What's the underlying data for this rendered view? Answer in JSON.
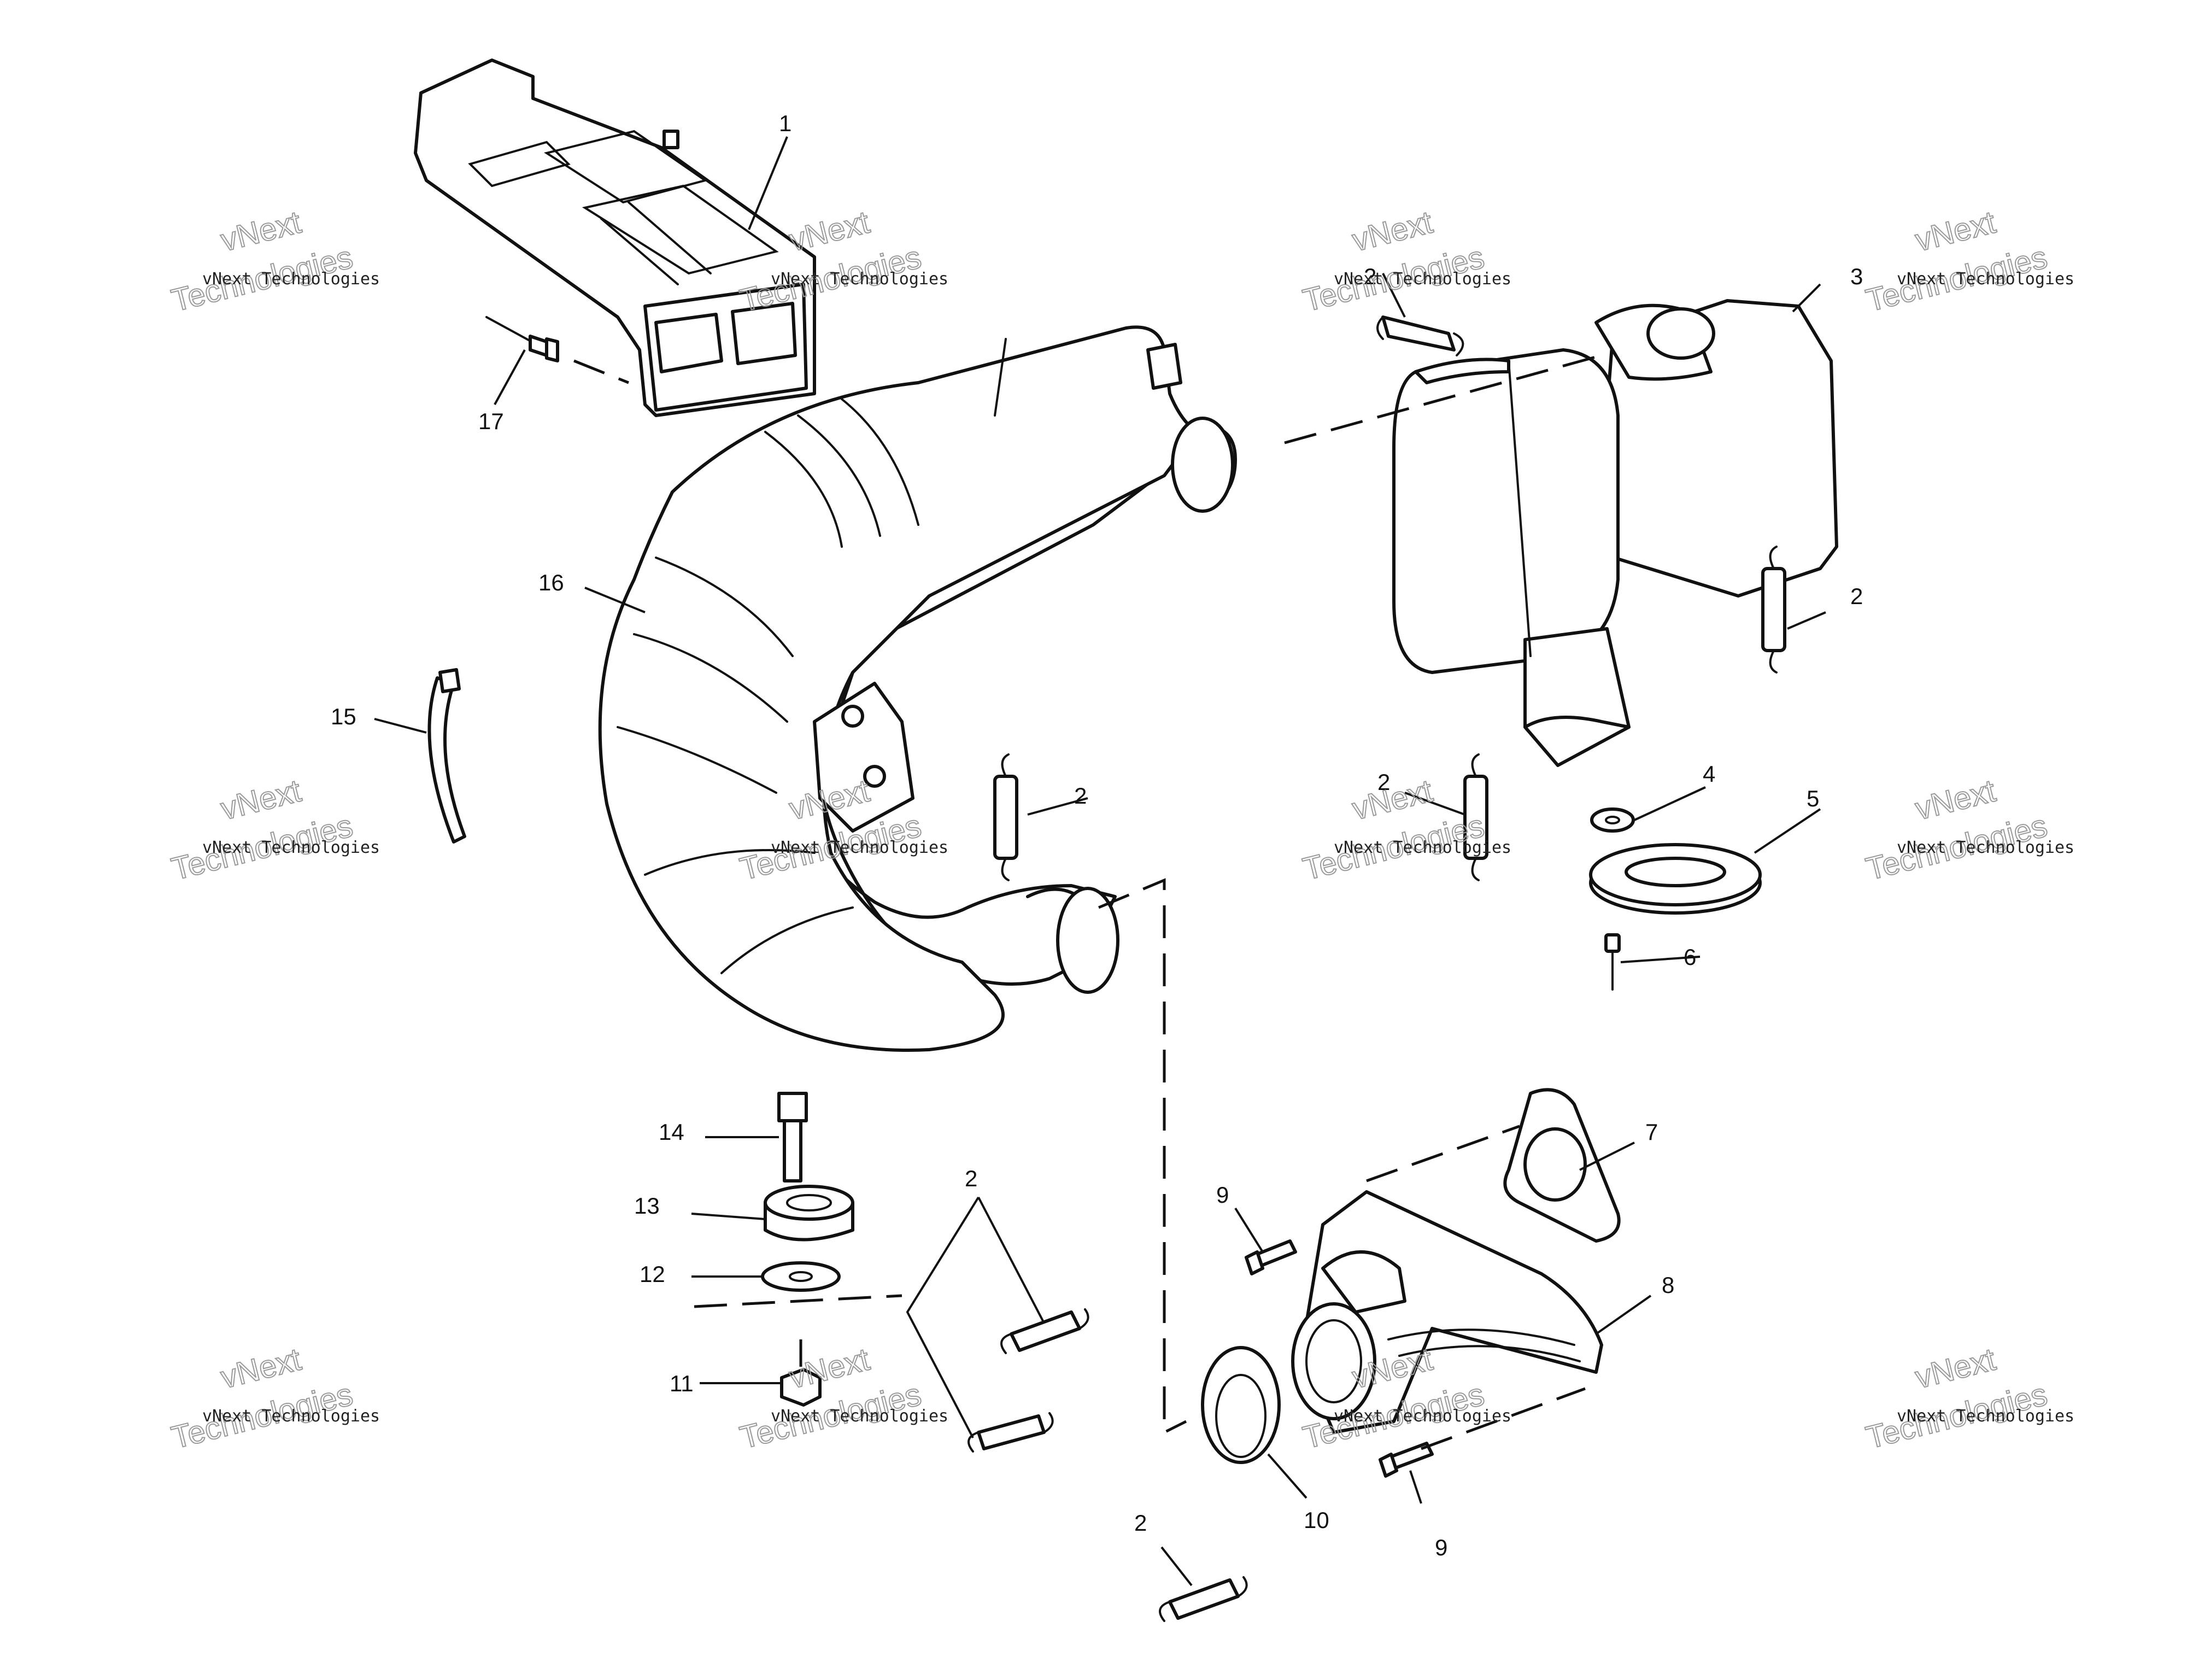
{
  "callouts": {
    "c1": "1",
    "c2": "2",
    "c3": "3",
    "c4": "4",
    "c5": "5",
    "c6": "6",
    "c7": "7",
    "c8": "8",
    "c9": "9",
    "c10": "10",
    "c11": "11",
    "c12": "12",
    "c13": "13",
    "c14": "14",
    "c15": "15",
    "c16": "16",
    "c17": "17"
  },
  "watermark": {
    "small": "vNext Technologies",
    "big_line1": "vNext",
    "big_line2": "Technologies"
  }
}
